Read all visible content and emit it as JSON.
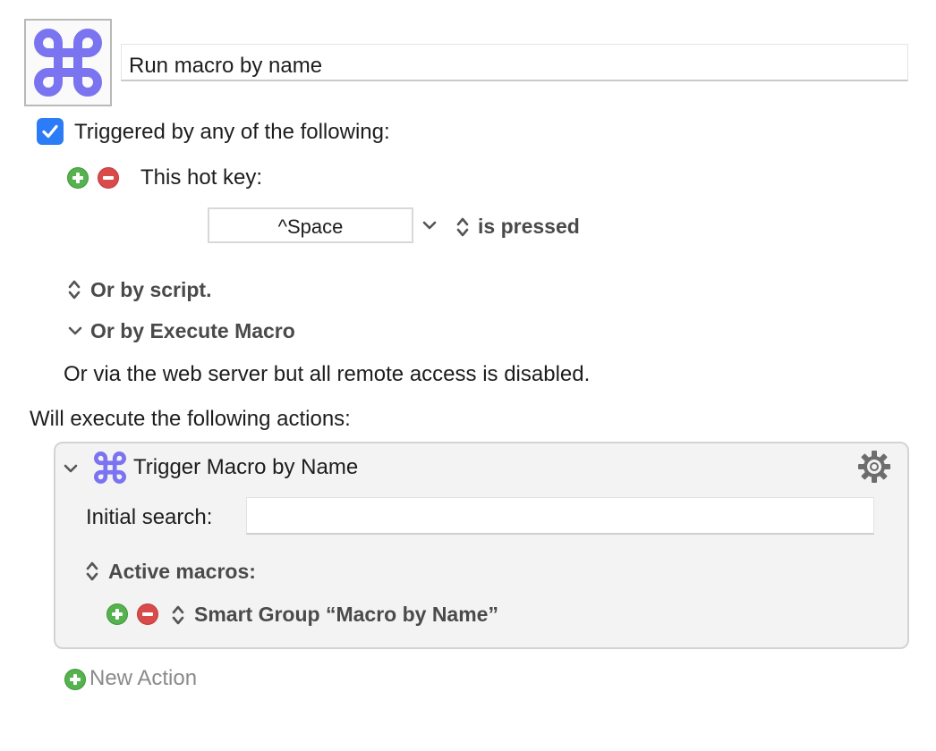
{
  "macro": {
    "name": "Run macro by name",
    "icon": "command-key-icon",
    "icon_color": "#7b74f0"
  },
  "triggers": {
    "enabled": true,
    "header": "Triggered by any of the following:",
    "hotkey_label": "This hot key:",
    "hotkey_value": "^Space",
    "hotkey_state": "is pressed",
    "script_label": "Or by script.",
    "execute_macro_label": "Or by Execute Macro",
    "web_server_text": "Or via the web server but all remote access is disabled."
  },
  "actions": {
    "header": "Will execute the following actions:",
    "items": [
      {
        "title": "Trigger Macro by Name",
        "icon": "command-key-icon",
        "initial_search_label": "Initial search:",
        "initial_search_value": "",
        "active_macros_label": "Active macros:",
        "smart_group": "Smart Group “Macro by Name”"
      }
    ],
    "new_action_label": "New Action"
  },
  "colors": {
    "accent": "#2b7cf6",
    "add": "#55b24e",
    "remove": "#d94b4b",
    "icon": "#7b74f0"
  }
}
